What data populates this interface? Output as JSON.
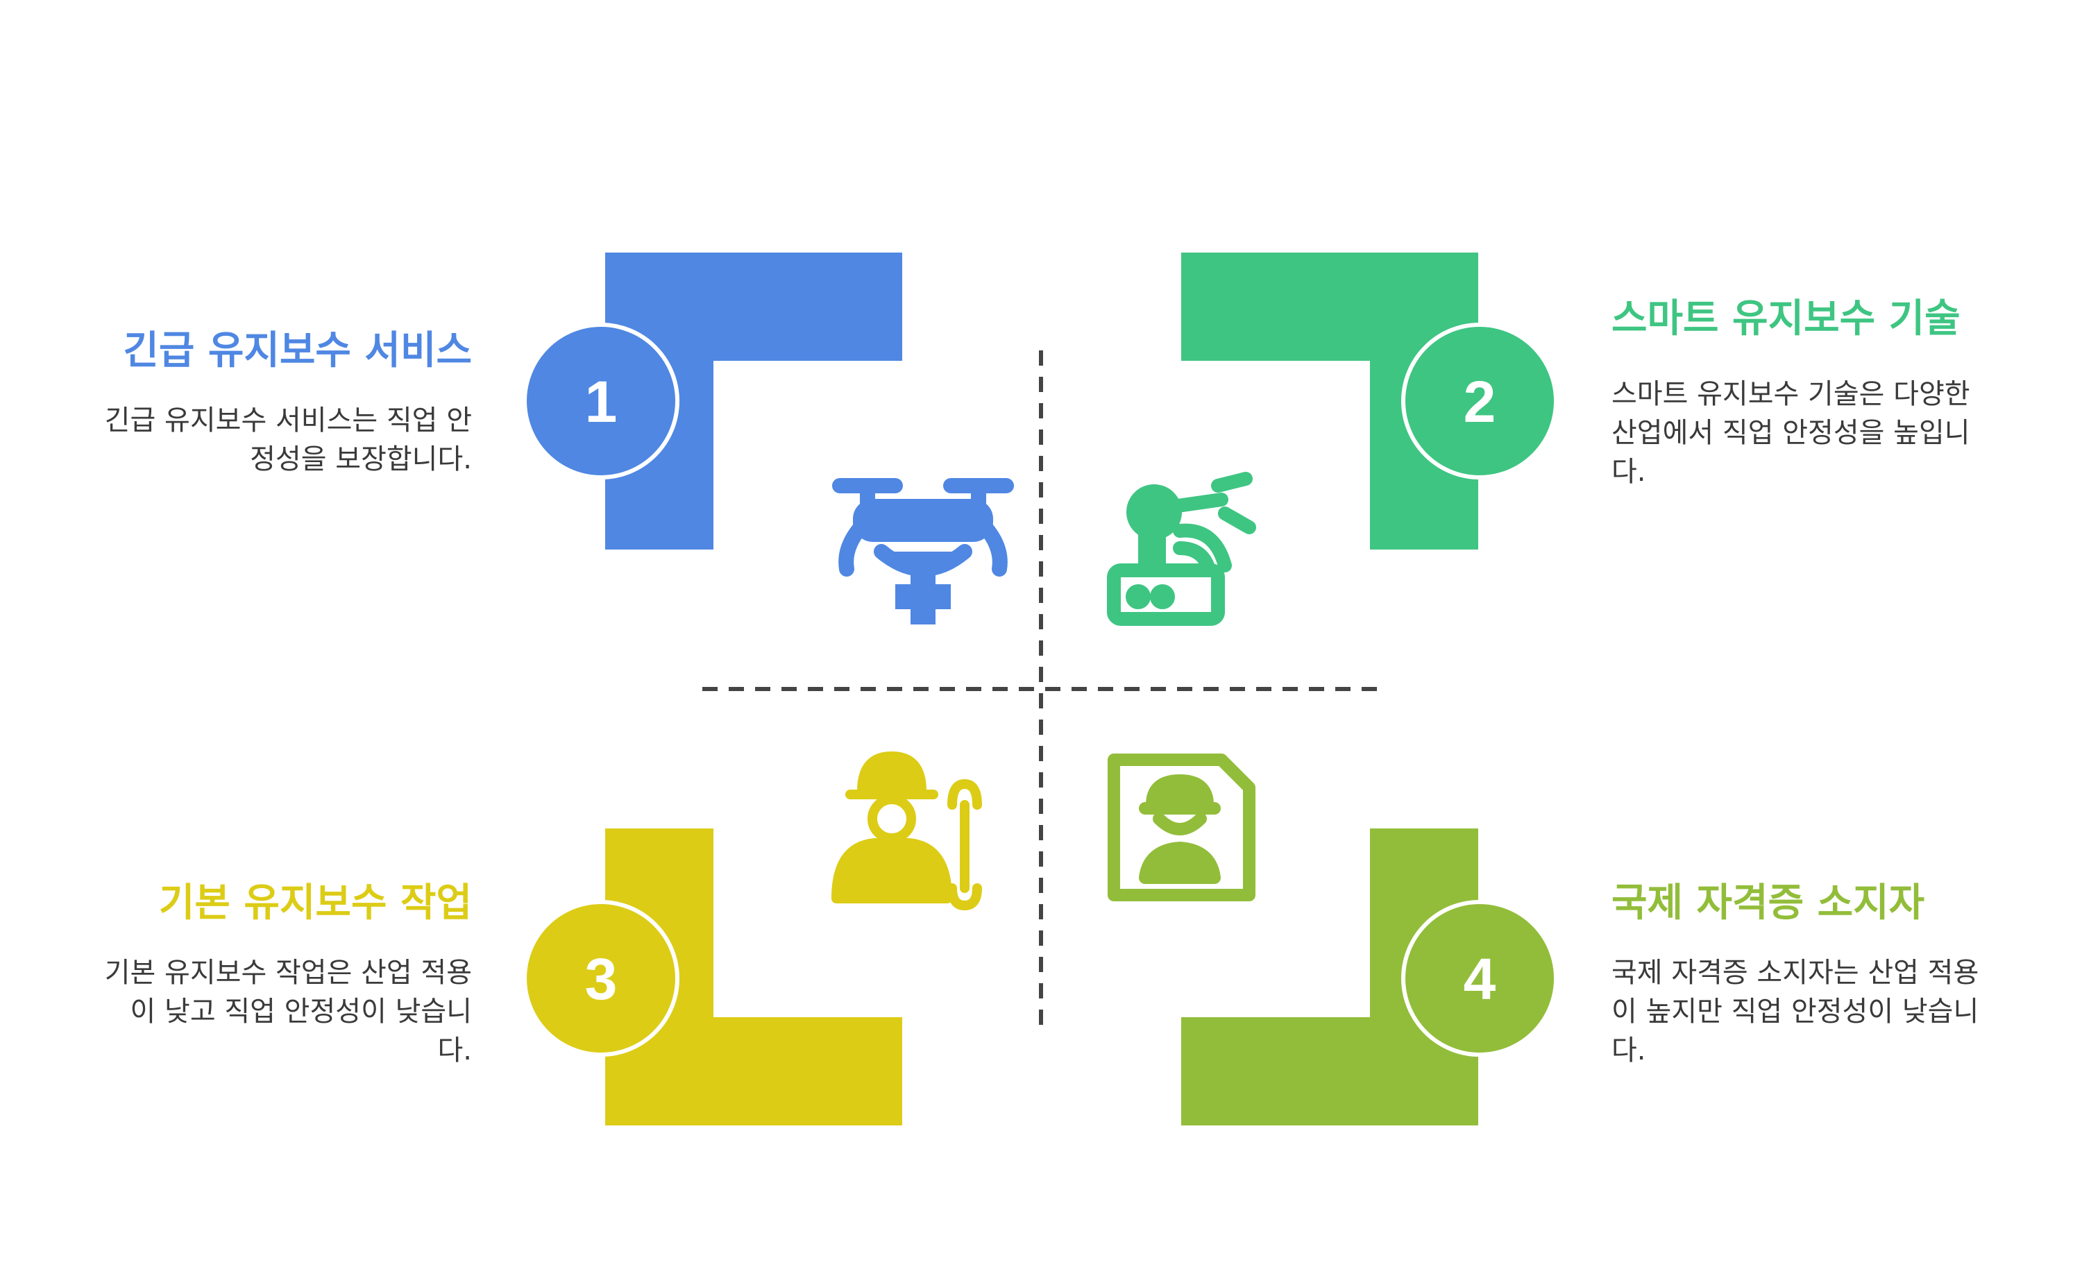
{
  "colors": {
    "blue": "#4F87E3",
    "green": "#3EC582",
    "yellow": "#DCCC16",
    "olive": "#92BD3A",
    "divider": "#444444"
  },
  "items": [
    {
      "number": "1",
      "title": "긴급 유지보수 서비스",
      "description": "긴급 유지보수 서비스는 직업 안정성을 보장합니다.",
      "icon": "drone-medical-icon",
      "color": "#4F87E3"
    },
    {
      "number": "2",
      "title": "스마트 유지보수 기술",
      "description": "스마트 유지보수 기술은 다양한 산업에서 직업 안정성을 높입니다.",
      "icon": "robot-arm-wrench-icon",
      "color": "#3EC582"
    },
    {
      "number": "3",
      "title": "기본 유지보수 작업",
      "description": "기본 유지보수 작업은 산업 적용이 낮고 직업 안정성이 낮습니다.",
      "icon": "worker-wrench-icon",
      "color": "#DCCC16"
    },
    {
      "number": "4",
      "title": "국제 자격증 소지자",
      "description": "국제 자격증 소지자는 산업 적용이 높지만 직업 안정성이 낮습니다.",
      "icon": "certified-worker-id-icon",
      "color": "#92BD3A"
    }
  ]
}
